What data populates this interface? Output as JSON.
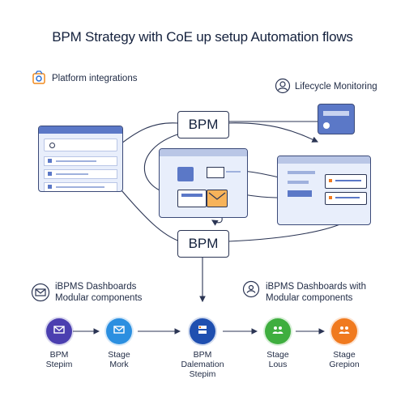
{
  "title": "BPM Strategy with CoE up setup Automation flows",
  "top_left_label": "Platform integrations",
  "top_right_label": "Lifecycle Monitoring",
  "box_top": "BPM",
  "box_bottom": "BPM",
  "left_section": {
    "line1": "iBPMS Dashboards",
    "line2": "Modular components"
  },
  "right_section": {
    "line1": "iBPMS Dashboards with",
    "line2": "Modular components"
  },
  "pipeline": [
    {
      "line1": "BPM",
      "line2": "Stepim",
      "color": "#4b3fb0",
      "icon": "envelope-icon"
    },
    {
      "line1": "Stage",
      "line2": "Mork",
      "color": "#2b8fe0",
      "icon": "envelope-icon"
    },
    {
      "line1": "BPM",
      "line2": "Dalemation",
      "line3": "Stepim",
      "color": "#1f4fb0",
      "icon": "server-icon"
    },
    {
      "line1": "Stage",
      "line2": "Lous",
      "color": "#3fae3f",
      "icon": "people-icon"
    },
    {
      "line1": "Stage",
      "line2": "Grepion",
      "color": "#f07a1f",
      "icon": "people-icon"
    }
  ],
  "colors": {
    "accent": "#5b78c7",
    "line": "#2b3554",
    "panel": "#e8eefb"
  }
}
